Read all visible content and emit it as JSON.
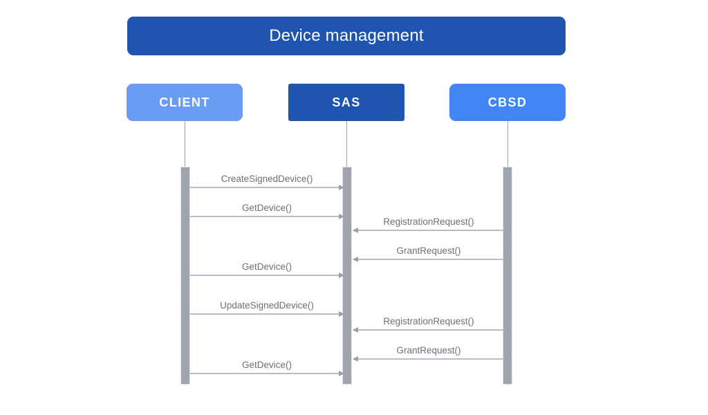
{
  "diagram": {
    "type": "sequence-diagram",
    "title": "Device management",
    "colors": {
      "title_bg": "#1f55b0",
      "client_bg": "#6b9cf5",
      "sas_bg": "#1f55b0",
      "cbsd_bg": "#4285f4",
      "activation_bar": "#9fa5ae",
      "lifeline": "#9aa0a6",
      "message_line": "#b9bec6",
      "message_text": "#6b7075",
      "header_text": "#ffffff"
    },
    "participants": [
      {
        "id": "client",
        "label": "CLIENT"
      },
      {
        "id": "sas",
        "label": "SAS"
      },
      {
        "id": "cbsd",
        "label": "CBSD"
      }
    ],
    "messages": [
      {
        "label": "CreateSignedDevice()",
        "from": "client",
        "to": "sas",
        "direction": "right"
      },
      {
        "label": "GetDevice()",
        "from": "client",
        "to": "sas",
        "direction": "right"
      },
      {
        "label": "RegistrationRequest()",
        "from": "cbsd",
        "to": "sas",
        "direction": "left"
      },
      {
        "label": "GrantRequest()",
        "from": "cbsd",
        "to": "sas",
        "direction": "left"
      },
      {
        "label": "GetDevice()",
        "from": "client",
        "to": "sas",
        "direction": "right"
      },
      {
        "label": "UpdateSignedDevice()",
        "from": "client",
        "to": "sas",
        "direction": "right"
      },
      {
        "label": "RegistrationRequest()",
        "from": "cbsd",
        "to": "sas",
        "direction": "left"
      },
      {
        "label": "GrantRequest()",
        "from": "cbsd",
        "to": "sas",
        "direction": "left"
      },
      {
        "label": "GetDevice()",
        "from": "client",
        "to": "sas",
        "direction": "right"
      }
    ]
  }
}
